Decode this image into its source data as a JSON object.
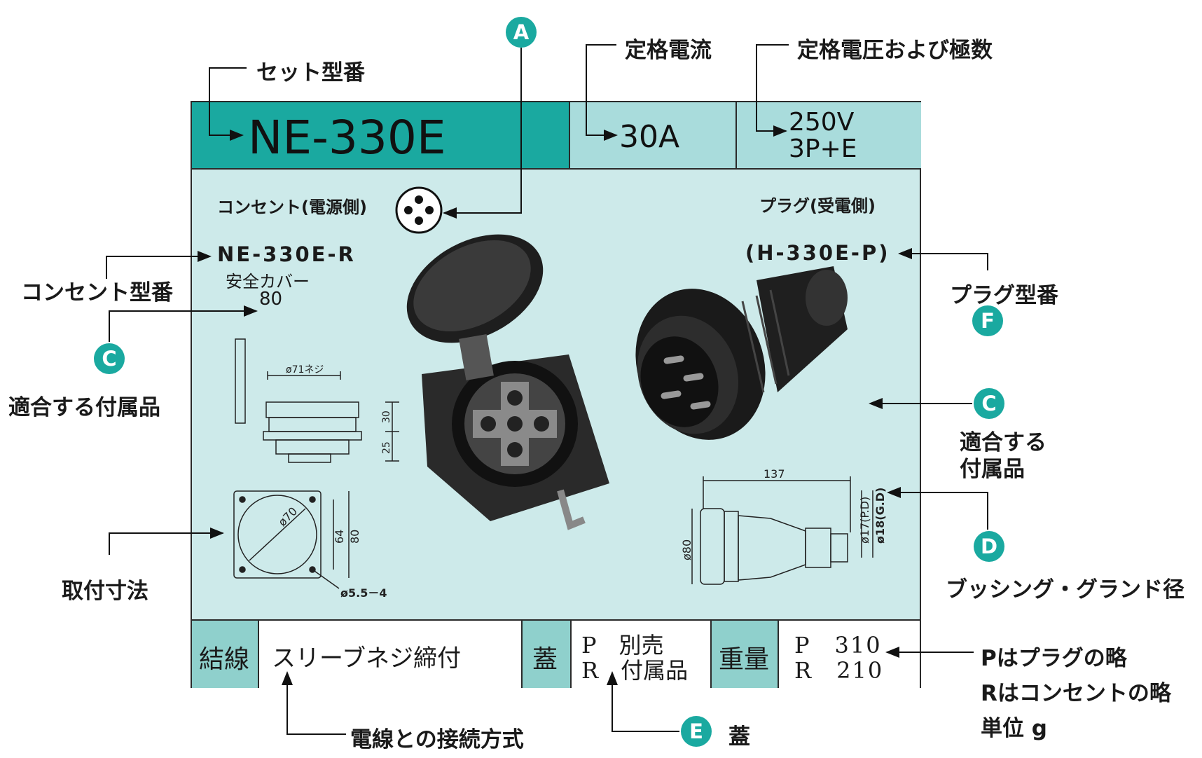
{
  "callouts": {
    "set_model": "セット型番",
    "rated_current": "定格電流",
    "rated_voltage_poles": "定格電圧および極数",
    "outlet_model": "コンセント型番",
    "accessory_left": "適合する付属品",
    "mounting_dims": "取付寸法",
    "accessory_right_line1": "適合する",
    "accessory_right_line2": "付属品",
    "plug_model": "プラグ型番",
    "bushing_gland": "ブッシング・グランド径",
    "wire_connection": "電線との接続方式",
    "cover": "蓋",
    "note_p": "Pはプラグの略",
    "note_r": "Rはコンセントの略",
    "note_unit": "単位 g"
  },
  "badges": {
    "a": "A",
    "c1": "C",
    "c2": "C",
    "d": "D",
    "e": "E",
    "f": "F"
  },
  "header": {
    "model": "NE-330E",
    "current": "30A",
    "voltage": "250V",
    "poles": "3P+E"
  },
  "body": {
    "outlet_label": "コンセント(電源側)",
    "plug_label": "プラグ(受電側)",
    "outlet_model": "NE-330E-R",
    "safety_cover": "安全カバー",
    "safety_cover_num": "80",
    "plug_model": "(H-330E-P)",
    "dim_thread": "ø71ネジ",
    "dim_30": "30",
    "dim_25": "25",
    "dim_phi70": "ø70",
    "dim_64": "64",
    "dim_80a": "80",
    "dim_holes": "ø5.5－4",
    "dim_137": "137",
    "dim_phi80": "ø80",
    "dim_pd": "ø17(P.D)",
    "dim_gd": "ø18(G.D)"
  },
  "footer": {
    "wiring_label": "結線",
    "wiring_value": "スリーブネジ締付",
    "cover_label": "蓋",
    "cover_p": "P　別売",
    "cover_r": "R　付属品",
    "weight_label": "重量",
    "weight_p": "P　310",
    "weight_r": "R　210"
  },
  "colors": {
    "teal_header": "#1aa9a0",
    "light_teal": "#cdeaea",
    "mid_teal": "#8fd0cc",
    "badge": "#1aa9a0"
  }
}
